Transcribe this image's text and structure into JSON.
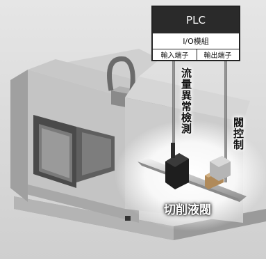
{
  "plc": {
    "title": "PLC",
    "io_module": "I/O模組",
    "input_terminal": "輸入端子",
    "output_terminal": "輸出端子"
  },
  "labels": {
    "flow_detection": "流量異常檢測",
    "valve_control": "閥控制",
    "coolant_valve": "切削液閥"
  },
  "colors": {
    "plc_header": "#2a2a2a",
    "machine_body": "#bdbdbd",
    "machine_dark": "#6b6b6b",
    "glow": "#ffffff"
  },
  "icons": [
    "machine-tool-icon",
    "flow-sensor-icon",
    "solenoid-valve-icon",
    "coolant-pipe-icon"
  ]
}
